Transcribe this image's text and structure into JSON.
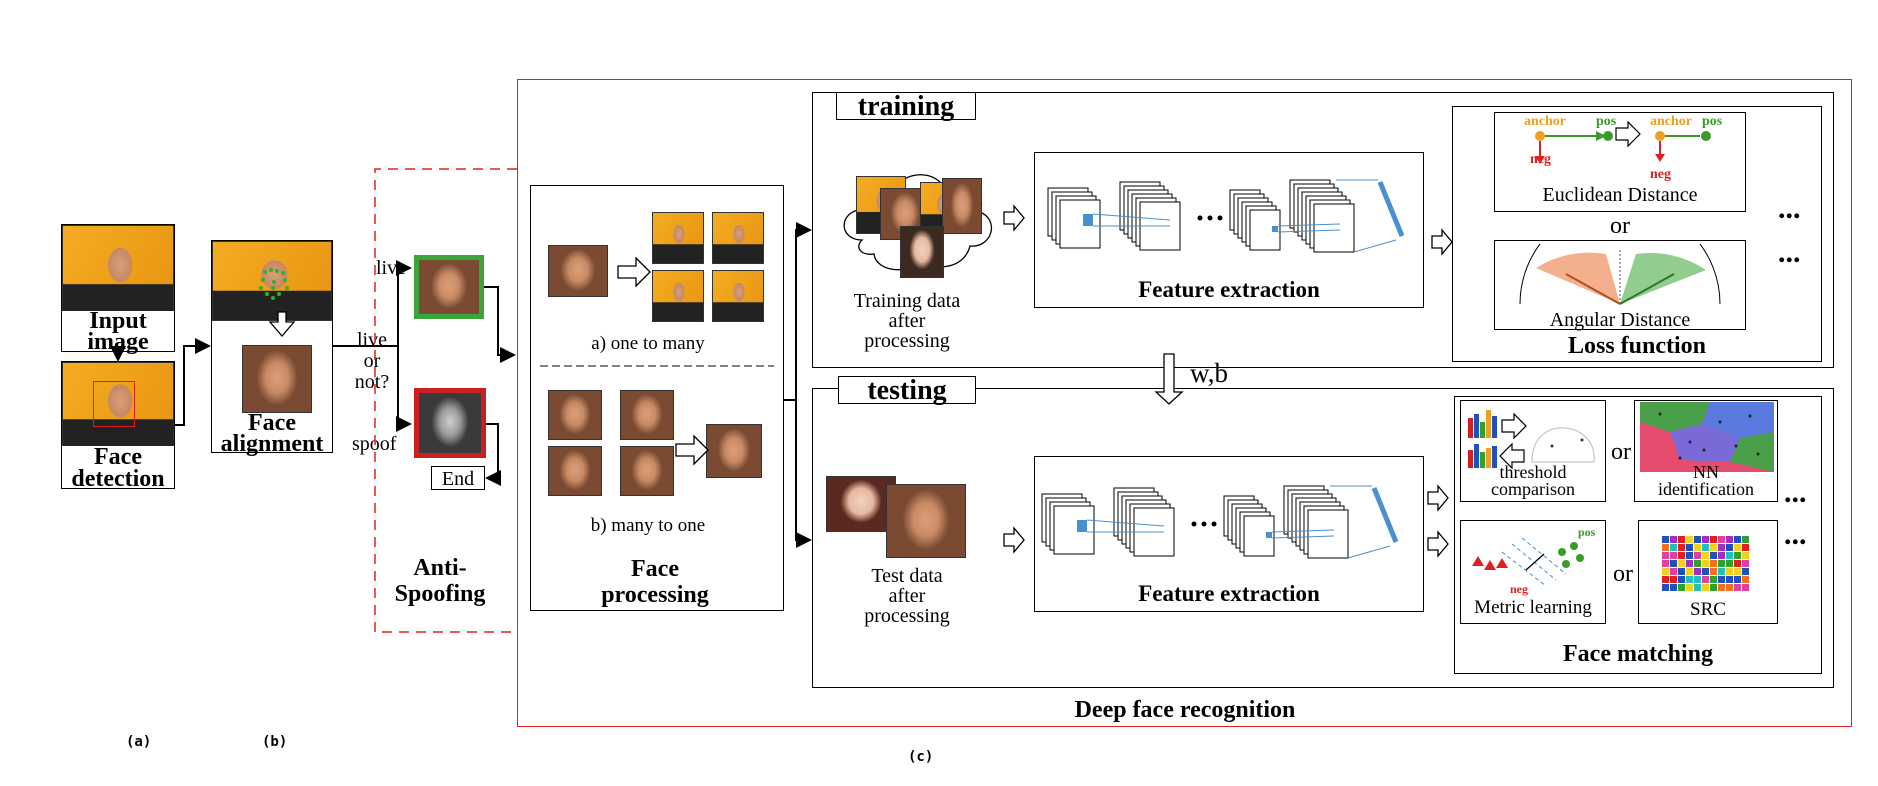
{
  "panel_a": {
    "input_label": "Input image",
    "detection_label": "Face detection",
    "caption": "(a)"
  },
  "panel_b": {
    "alignment_label": "Face alignment",
    "caption": "(b)"
  },
  "anti_spoofing": {
    "question": [
      "live",
      "or",
      "not?"
    ],
    "live_label": "live",
    "spoof_label": "spoof",
    "end_label": "End",
    "title": [
      "Anti-",
      "Spoofing"
    ]
  },
  "face_processing": {
    "one_to_many": "a) one to many",
    "many_to_one": "b) many to one",
    "title": [
      "Face",
      "processing"
    ]
  },
  "training": {
    "title": "training",
    "data_label": [
      "Training data",
      "after",
      "processing"
    ],
    "feature_extraction": "Feature extraction",
    "anchor": "anchor",
    "pos": "pos",
    "neg": "neg",
    "euclidean": "Euclidean Distance",
    "or": "or",
    "angular": "Angular Distance",
    "loss_function": "Loss function",
    "ellipsis": "..."
  },
  "wb_label": "w,b",
  "testing": {
    "title": "testing",
    "data_label": [
      "Test data",
      "after",
      "processing"
    ],
    "feature_extraction": "Feature extraction",
    "threshold": [
      "threshold",
      "comparison"
    ],
    "nn": [
      "NN",
      "identification"
    ],
    "metric": "Metric learning",
    "src": "SRC",
    "pos": "pos",
    "neg": "neg",
    "or": "or",
    "face_matching": "Face matching",
    "ellipsis": "..."
  },
  "deep_face_title": "Deep face recognition",
  "caption_c": "(c)",
  "colors": {
    "outer_red": "#e02020",
    "live_green": "#3aa53a",
    "spoof_red": "#cc1f1f",
    "cnn_blue": "#4a8fd0",
    "anchor_orange": "#f0a020",
    "pos_green": "#3a9a2a",
    "neg_red": "#e02020"
  }
}
